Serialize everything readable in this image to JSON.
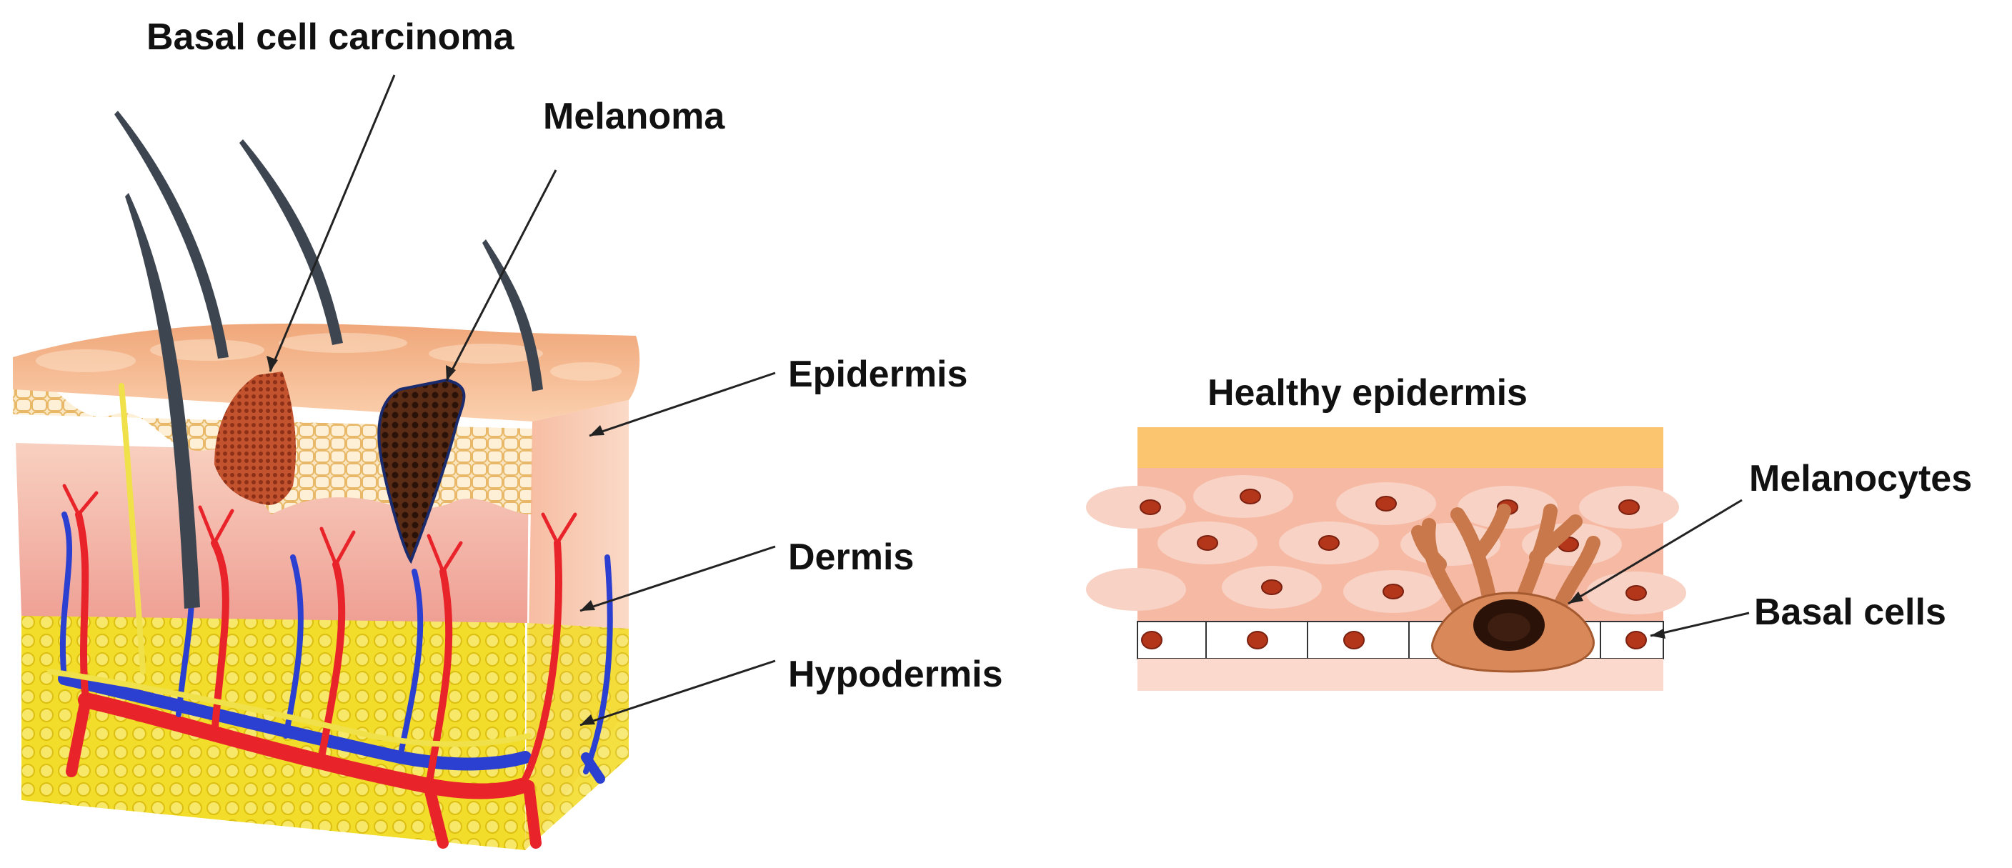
{
  "labels": {
    "basal_cell_carcinoma": "Basal cell carcinoma",
    "melanoma": "Melanoma",
    "epidermis": "Epidermis",
    "dermis": "Dermis",
    "hypodermis": "Hypodermis",
    "healthy_epidermis": "Healthy epidermis",
    "melanocytes": "Melanocytes",
    "basal_cells": "Basal cells"
  },
  "colors": {
    "epidermis_top": "#f4b58a",
    "epidermis_layer": "#f7c9a2",
    "dermis": "#f2a9a0",
    "hypodermis": "#f2dc2a",
    "artery": "#e8232a",
    "vein": "#2b3fd1",
    "nerve": "#f0e04a",
    "hair": "#3d4650",
    "bcc_tumor": "#c0502e",
    "melanoma_tumor": "#4a2414",
    "stratum_corneum": "#fbc570",
    "cell_body": "#f8cfc0",
    "cell_nucleus": "#b3361a",
    "melanocyte": "#d9885a",
    "melanocyte_nucleus": "#2a1208",
    "basal_row": "#ffffff"
  }
}
